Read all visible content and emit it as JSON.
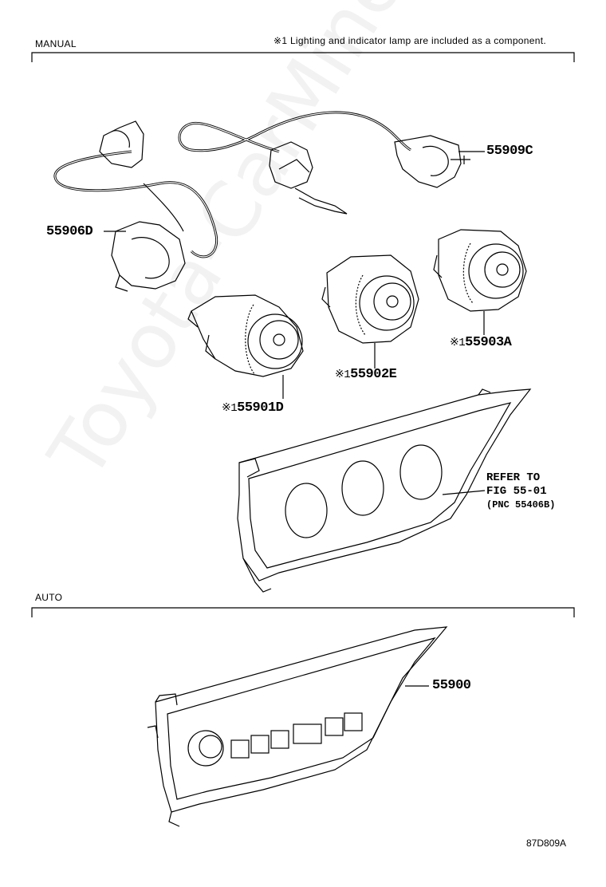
{
  "sections": {
    "manual_label": "MANUAL",
    "auto_label": "AUTO"
  },
  "note": "※1 Lighting and indicator lamp are included as a component.",
  "watermark": "Toyota-CarMine.ru",
  "callouts": {
    "p55909c": "55909C",
    "p55906d": "55906D",
    "p55903a_mark": "※1",
    "p55903a": "55903A",
    "p55902e_mark": "※1",
    "p55902e": "55902E",
    "p55901d_mark": "※1",
    "p55901d": "55901D",
    "p55900": "55900"
  },
  "reference": {
    "line1": "REFER TO",
    "line2": "FIG 55-01",
    "line3": "(PNC 55406B)"
  },
  "figure_id": "87D809A"
}
